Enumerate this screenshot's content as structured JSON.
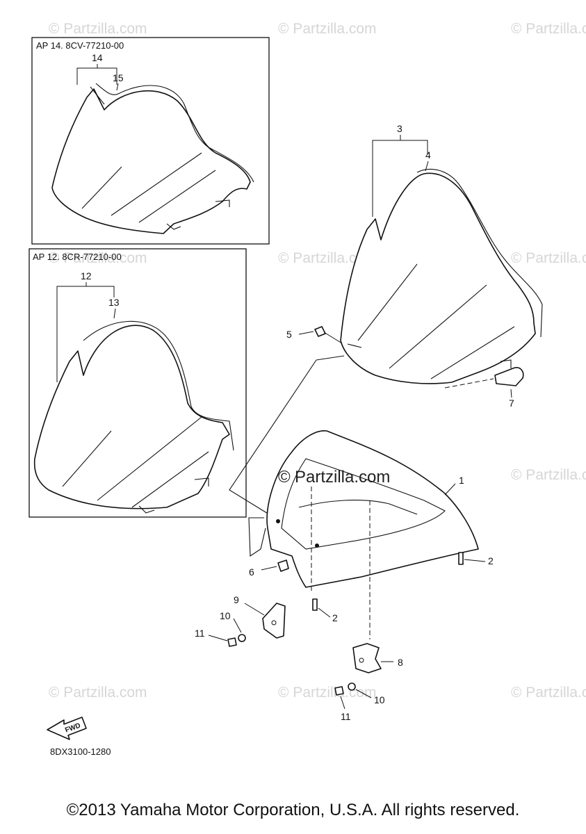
{
  "insets": [
    {
      "label": "AP  14. 8CV-77210-00",
      "assembly": "14",
      "part": "15"
    },
    {
      "label": "AP  12. 8CR-77210-00",
      "assembly": "12",
      "part": "13"
    }
  ],
  "callouts": {
    "c1": "1",
    "c2a": "2",
    "c2b": "2",
    "c3": "3",
    "c4": "4",
    "c5": "5",
    "c6": "6",
    "c7": "7",
    "c8": "8",
    "c9": "9",
    "c10a": "10",
    "c10b": "10",
    "c11a": "11",
    "c11b": "11"
  },
  "watermark": "© Partzilla.com",
  "main_watermark": "Partzilla.com",
  "fwd_label": "FWD",
  "diagram_code": "8DX3100-1280",
  "copyright": "©2013 Yamaha Motor Corporation, U.S.A. All rights reserved."
}
